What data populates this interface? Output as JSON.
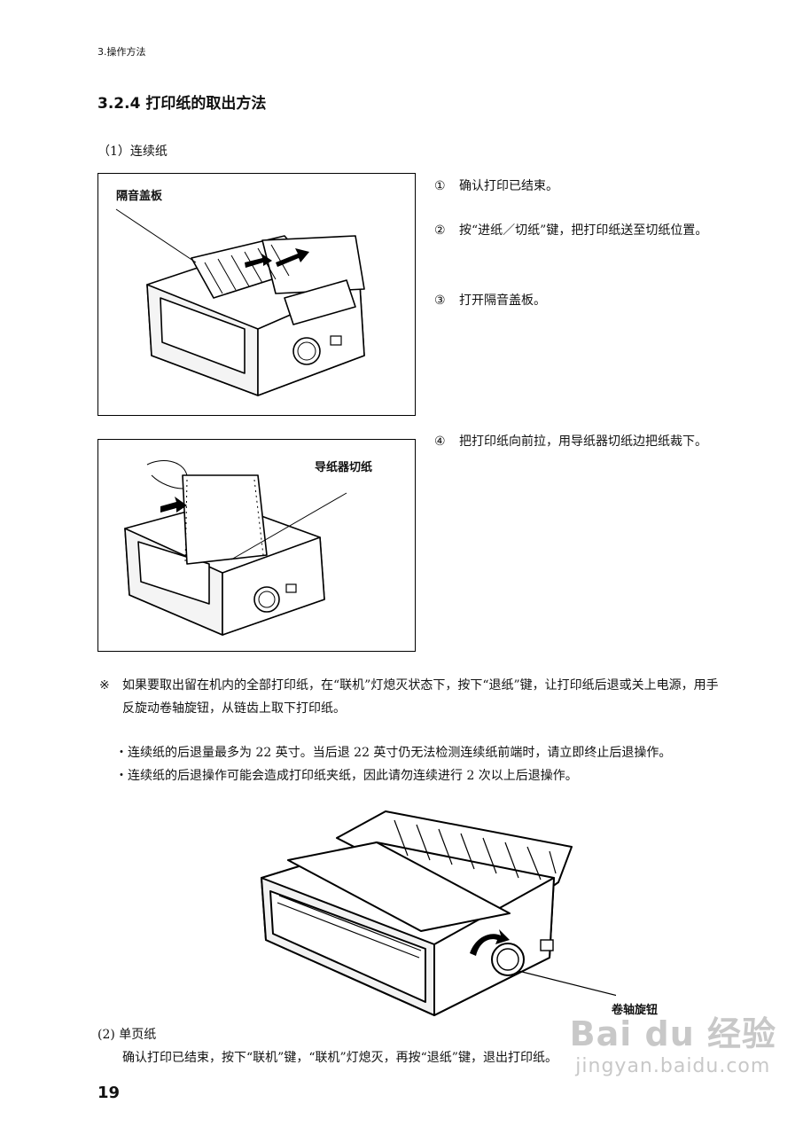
{
  "header": {
    "chapter": "3.操作方法"
  },
  "section": {
    "title": "3.2.4  打印纸的取出方法"
  },
  "continuous": {
    "subtitle": "（1）连续纸",
    "figure1_label": "隔音盖板",
    "figure2_label": "导纸器切纸",
    "steps": [
      {
        "num": "①",
        "text": "确认打印已结束。"
      },
      {
        "num": "②",
        "text": "按“进纸／切纸”键，把打印纸送至切纸位置。"
      },
      {
        "num": "③",
        "text": "打开隔音盖板。"
      },
      {
        "num": "④",
        "text": "把打印纸向前拉，用导纸器切纸边把纸裁下。"
      }
    ]
  },
  "note": {
    "mark": "※",
    "text": "如果要取出留在机内的全部打印纸，在“联机”灯熄灭状态下，按下“退纸”键，让打印纸后退或关上电源，用手反旋动卷轴旋钮，从链齿上取下打印纸。",
    "bullets": [
      "・连续纸的后退量最多为 22 英寸。当后退 22 英寸仍无法检测连续纸前端时，请立即终止后退操作。",
      "・连续纸的后退操作可能会造成打印纸夹纸，因此请勿连续进行 2 次以上后退操作。"
    ]
  },
  "figure3_label": "卷轴旋钮",
  "single": {
    "subtitle": "(2) 单页纸",
    "text": "确认打印已结束，按下“联机”键，“联机”灯熄灭，再按“退纸”键，退出打印纸。"
  },
  "page_number": "19",
  "watermark": {
    "main": "Bai du 经验",
    "sub": "jingyan.baidu.com"
  }
}
